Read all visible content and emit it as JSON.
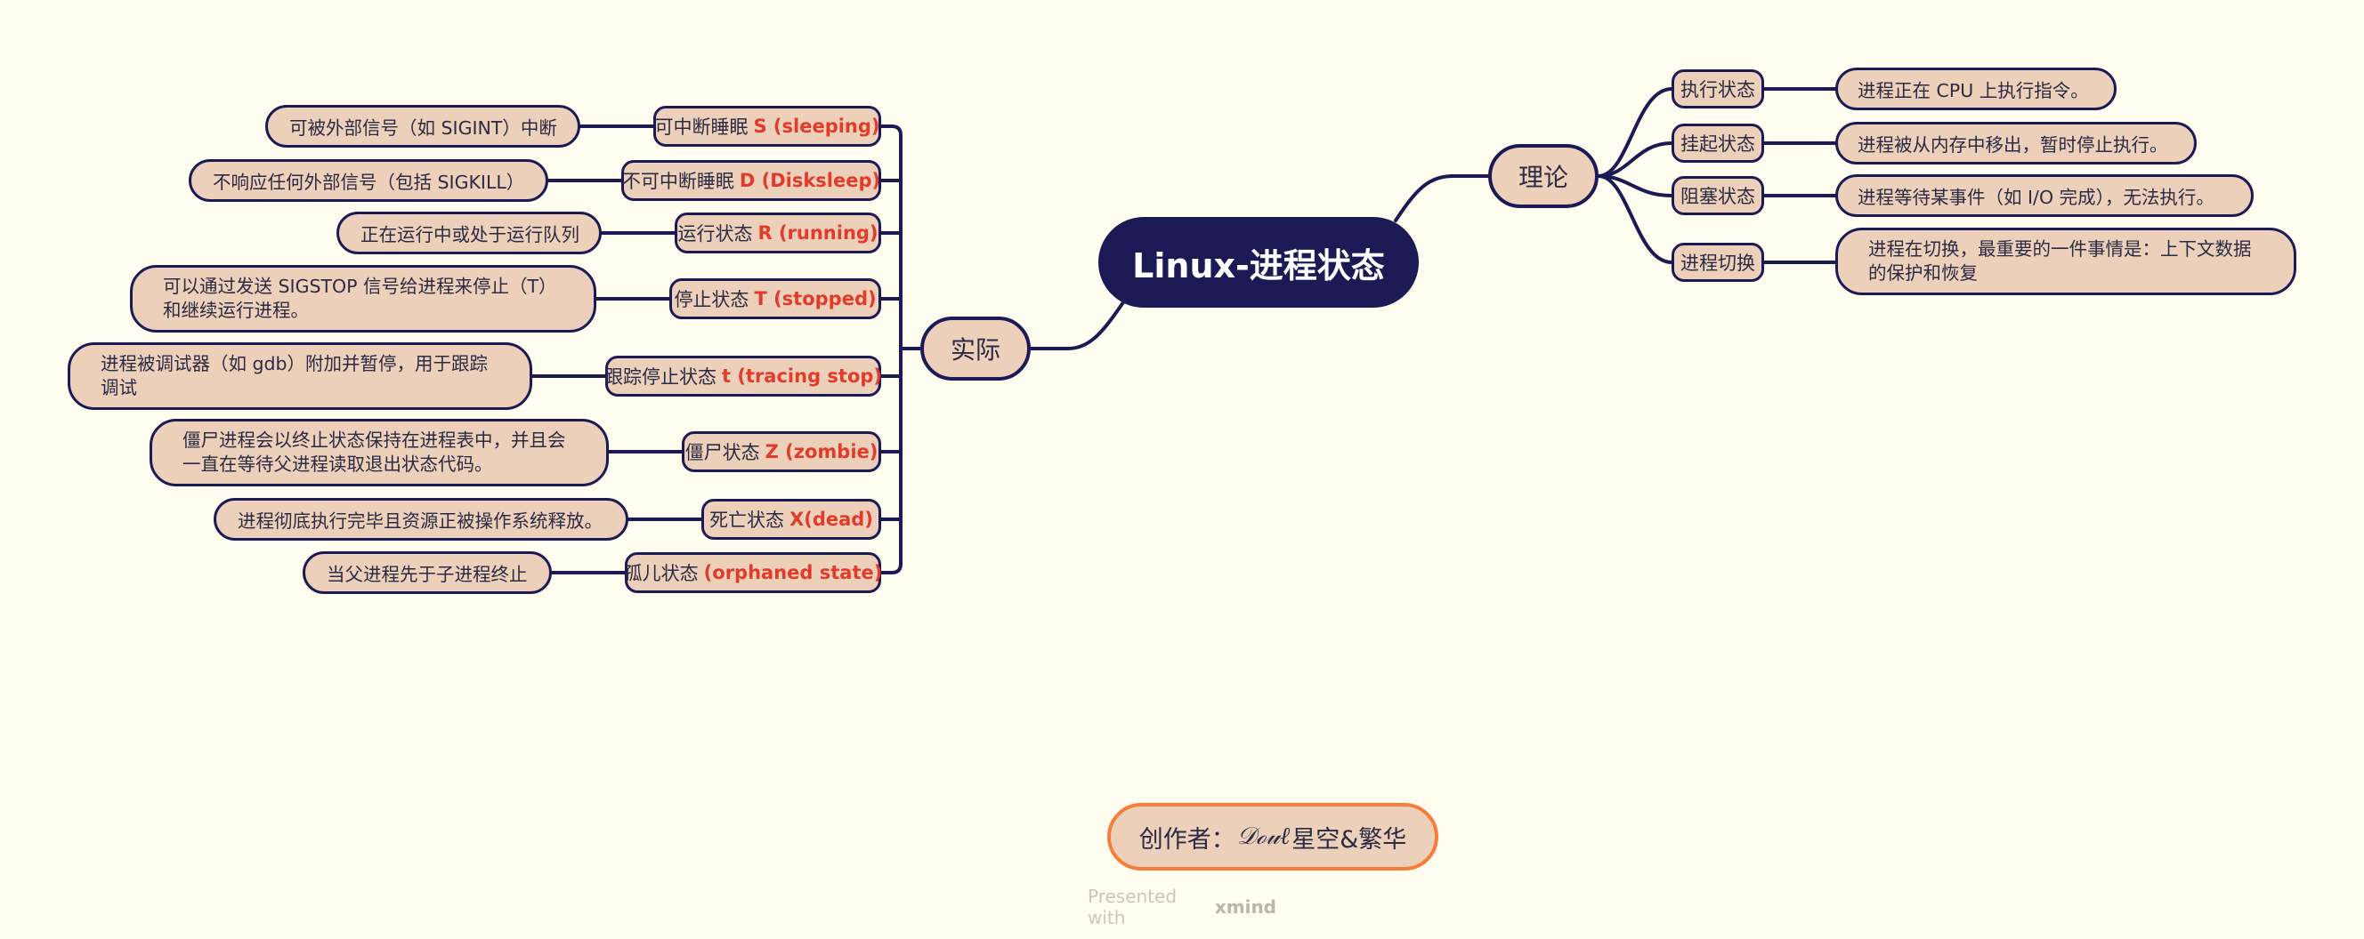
{
  "central": {
    "title": "Linux-进程状态"
  },
  "theory": {
    "title": "理论",
    "items": [
      {
        "topic": "执行状态",
        "detail": "进程正在 CPU 上执行指令。"
      },
      {
        "topic": "挂起状态",
        "detail": "进程被从内存中移出，暂时停止执行。"
      },
      {
        "topic": "阻塞状态",
        "detail": "进程等待某事件（如 I/O 完成），无法执行。"
      },
      {
        "topic": "进程切换",
        "detail": "进程在切换，最重要的一件事情是：上下文数据的保护和恢复"
      }
    ]
  },
  "practice": {
    "title": "实际",
    "items": [
      {
        "label": "可中断睡眠",
        "code": "S (sleeping)",
        "detail": "可被外部信号（如 SIGINT）中断"
      },
      {
        "label": "不可中断睡眠",
        "code": "D (Disksleep)",
        "detail": "不响应任何外部信号（包括 SIGKILL）"
      },
      {
        "label": "运行状态",
        "code": "R (running)",
        "detail": "正在运行中或处于运行队列"
      },
      {
        "label": "停止状态",
        "code": "T (stopped)",
        "detail": "可以通过发送 SIGSTOP 信号给进程来停止（T）和继续运行进程。"
      },
      {
        "label": "跟踪停止状态",
        "code": "t (tracing stop)",
        "detail": "进程被调试器（如 gdb）附加并暂停，用于跟踪调试"
      },
      {
        "label": "僵尸状态",
        "code": "Z (zombie)",
        "detail": "僵尸进程会以终止状态保持在进程表中，并且会一直在等待父进程读取退出状态代码。"
      },
      {
        "label": "死亡状态",
        "code": "X(dead)",
        "detail": "进程彻底执行完毕且资源正被操作系统释放。"
      },
      {
        "label": "孤儿状态",
        "code": "(orphaned state)",
        "detail": "当父进程先于子进程终止"
      }
    ]
  },
  "author": {
    "prefix": "创作者：",
    "signature": "𝒟ℴ𝓊ℓ",
    "name": "星空&繁华"
  },
  "footer": {
    "text": "Presented with",
    "brand": "xmind"
  },
  "colors": {
    "background": "#fffdf0",
    "node_fill": "#ecd0ba",
    "line": "#1c1a55",
    "central_fill": "#1c1a55",
    "code_red": "#e23b2b",
    "author_border": "#f47e3a"
  }
}
